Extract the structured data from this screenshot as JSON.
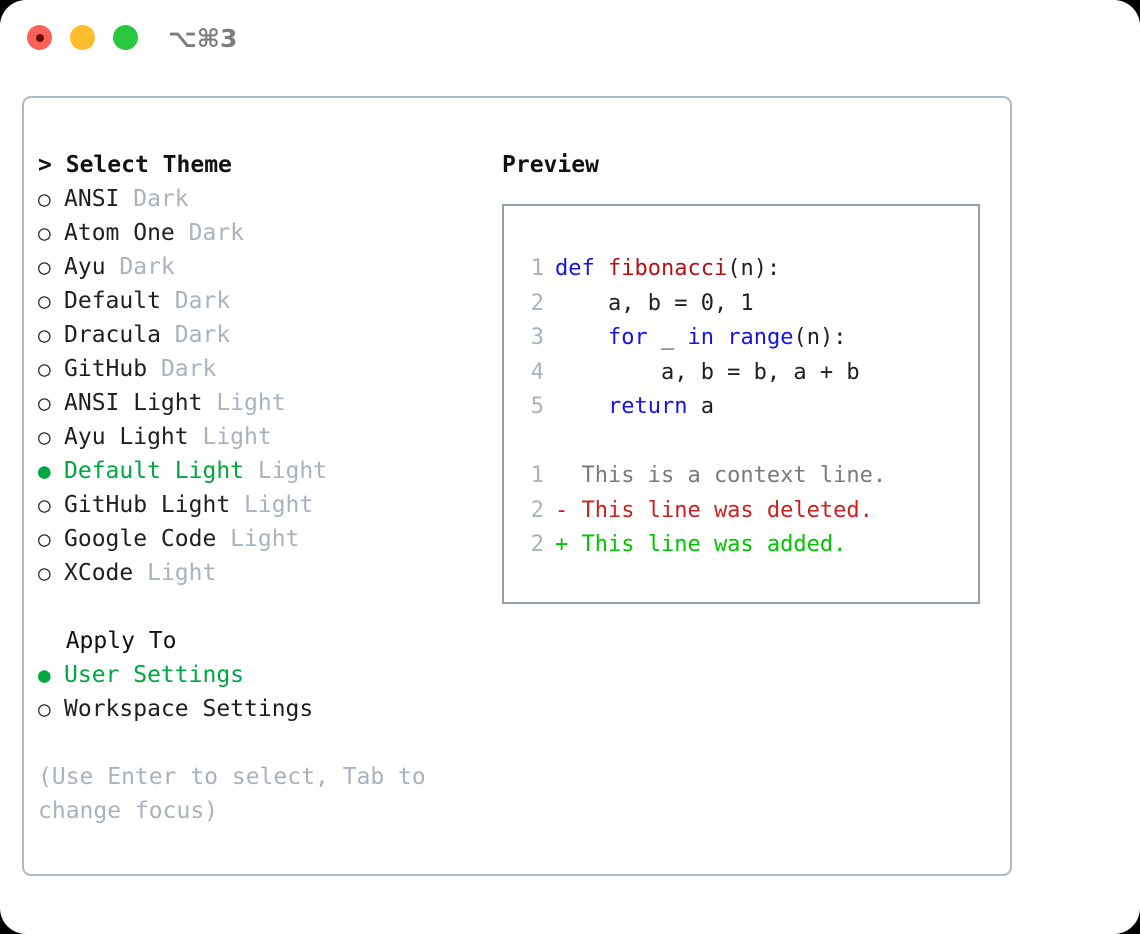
{
  "window": {
    "shortcut": "⌥⌘3",
    "traffic_lights": [
      "close-red",
      "minimize-yellow",
      "maximize-green"
    ]
  },
  "theme_picker": {
    "header": "Select Theme",
    "header_prefix": ">",
    "bullet_selected": "●",
    "bullet_unselected": "○",
    "accent_color": "#00a63f",
    "items": [
      {
        "label": "ANSI",
        "variant": "Dark",
        "selected": false
      },
      {
        "label": "Atom One",
        "variant": "Dark",
        "selected": false
      },
      {
        "label": "Ayu",
        "variant": "Dark",
        "selected": false
      },
      {
        "label": "Default",
        "variant": "Dark",
        "selected": false
      },
      {
        "label": "Dracula",
        "variant": "Dark",
        "selected": false
      },
      {
        "label": "GitHub",
        "variant": "Dark",
        "selected": false
      },
      {
        "label": "ANSI Light",
        "variant": "Light",
        "selected": false
      },
      {
        "label": "Ayu Light",
        "variant": "Light",
        "selected": false
      },
      {
        "label": "Default Light",
        "variant": "Light",
        "selected": true
      },
      {
        "label": "GitHub Light",
        "variant": "Light",
        "selected": false
      },
      {
        "label": "Google Code",
        "variant": "Light",
        "selected": false
      },
      {
        "label": "XCode",
        "variant": "Light",
        "selected": false
      }
    ]
  },
  "apply_to": {
    "header": "Apply To",
    "items": [
      {
        "label": "User Settings",
        "selected": true
      },
      {
        "label": "Workspace Settings",
        "selected": false
      }
    ]
  },
  "hint": "(Use Enter to select, Tab to change focus)",
  "preview": {
    "title": "Preview",
    "code_lines": [
      {
        "num": "1",
        "tokens": [
          {
            "text": "def ",
            "style": "kw"
          },
          {
            "text": "fibonacci",
            "style": "fn"
          },
          {
            "text": "(n):",
            "style": "plain"
          }
        ]
      },
      {
        "num": "2",
        "tokens": [
          {
            "text": "    a, b = 0, 1",
            "style": "plain"
          }
        ]
      },
      {
        "num": "3",
        "tokens": [
          {
            "text": "    for ",
            "style": "kw"
          },
          {
            "text": "_ ",
            "style": "plain"
          },
          {
            "text": "in ",
            "style": "kw"
          },
          {
            "text": "range",
            "style": "kw"
          },
          {
            "text": "(n):",
            "style": "plain"
          }
        ]
      },
      {
        "num": "4",
        "tokens": [
          {
            "text": "        a, b = b, a + b",
            "style": "plain"
          }
        ]
      },
      {
        "num": "5",
        "tokens": [
          {
            "text": "    return ",
            "style": "kw"
          },
          {
            "text": "a",
            "style": "plain"
          }
        ]
      }
    ],
    "diff_lines": [
      {
        "num": "1",
        "marker": " ",
        "text": "  This is a context line.",
        "style": "ctx"
      },
      {
        "num": "2",
        "marker": "-",
        "text": "- This line was deleted.",
        "style": "del"
      },
      {
        "num": "2",
        "marker": "+",
        "text": "+ This line was added.",
        "style": "add"
      }
    ]
  }
}
